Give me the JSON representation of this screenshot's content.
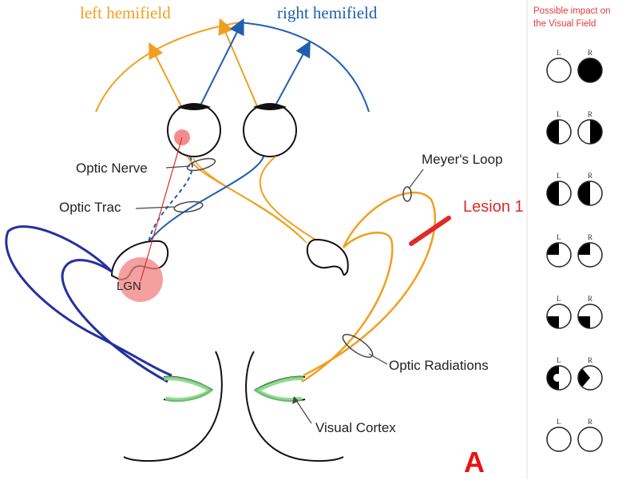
{
  "labels": {
    "left_hemifield": "left hemifield",
    "right_hemifield": "right hemifield",
    "optic_nerve": "Optic Nerve",
    "optic_trac": "Optic Trac",
    "meyers_loop": "Meyer's Loop",
    "lesion": "Lesion 1",
    "lgn": "LGN",
    "optic_radiations": "Optic Radiations",
    "visual_cortex": "Visual Cortex",
    "figure_letter": "A"
  },
  "panel": {
    "title_line1": "Possible impact on",
    "title_line2": "the Visual Field",
    "eye_left": "L",
    "eye_right": "R",
    "rows": [
      {
        "left": "none",
        "right": "full"
      },
      {
        "left": "left-half",
        "right": "right-half"
      },
      {
        "left": "left-half",
        "right": "left-half"
      },
      {
        "left": "upper-left-quadrant",
        "right": "upper-left-quadrant"
      },
      {
        "left": "lower-left-quadrant",
        "right": "lower-left-quadrant"
      },
      {
        "left": "left-half-macular-sparing",
        "right": "left-crescent-small"
      },
      {
        "left": "none",
        "right": "none"
      }
    ]
  },
  "colors": {
    "left_pathway": "#f0a020",
    "right_pathway": "#1f5fb0",
    "dark_blue_radiation": "#2430a0",
    "lesion": "#e02a2a",
    "highlight": "#f28080",
    "cortex_highlight": "#7ed67e"
  }
}
